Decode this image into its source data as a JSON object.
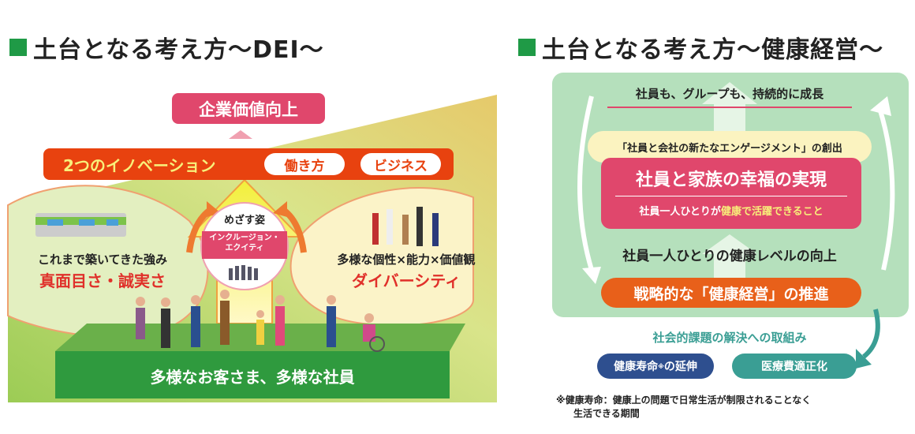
{
  "left": {
    "title": "土台となる考え方〜DEI〜",
    "top_goal": "企業価値向上",
    "innovation": {
      "label": "2つのイノベーション",
      "items": [
        "働き方",
        "ビジネス"
      ]
    },
    "center": {
      "heading": "めざす姿",
      "band": "インクルージョン・エクイティ"
    },
    "left_bubble": {
      "line1": "これまで築いてきた強み",
      "line2": "真面目さ・誠実さ"
    },
    "right_bubble": {
      "line1": "多様な個性×能力×価値観",
      "line2": "ダイバーシティ"
    },
    "base": "多様なお客さま、多様な社員"
  },
  "right": {
    "title": "土台となる考え方〜健康経営〜",
    "growth": "社員も、グループも、持続的に成長",
    "engagement": "「社員と会社の新たなエンゲージメント」の創出",
    "happiness": "社員と家族の幸福の実現",
    "sub_prefix": "社員一人ひとりが",
    "sub_highlight": "健康で活躍できること",
    "health_level": "社員一人ひとりの健康レベルの向上",
    "strategy": "戦略的な「健康経営」の推進",
    "social": "社会的課題の解決への取組み",
    "pills": [
      "健康寿命",
      "※",
      "の延伸",
      "医療費適正化"
    ],
    "footnote_1": "※健康寿命：健康上の問題で日常生活が制限されることなく",
    "footnote_2": "生活できる期間"
  },
  "colors": {
    "green": "#1f9a46",
    "pink": "#e0476c",
    "orange": "#e8420f",
    "teal": "#3a9e94",
    "navy": "#2e4f8f"
  }
}
